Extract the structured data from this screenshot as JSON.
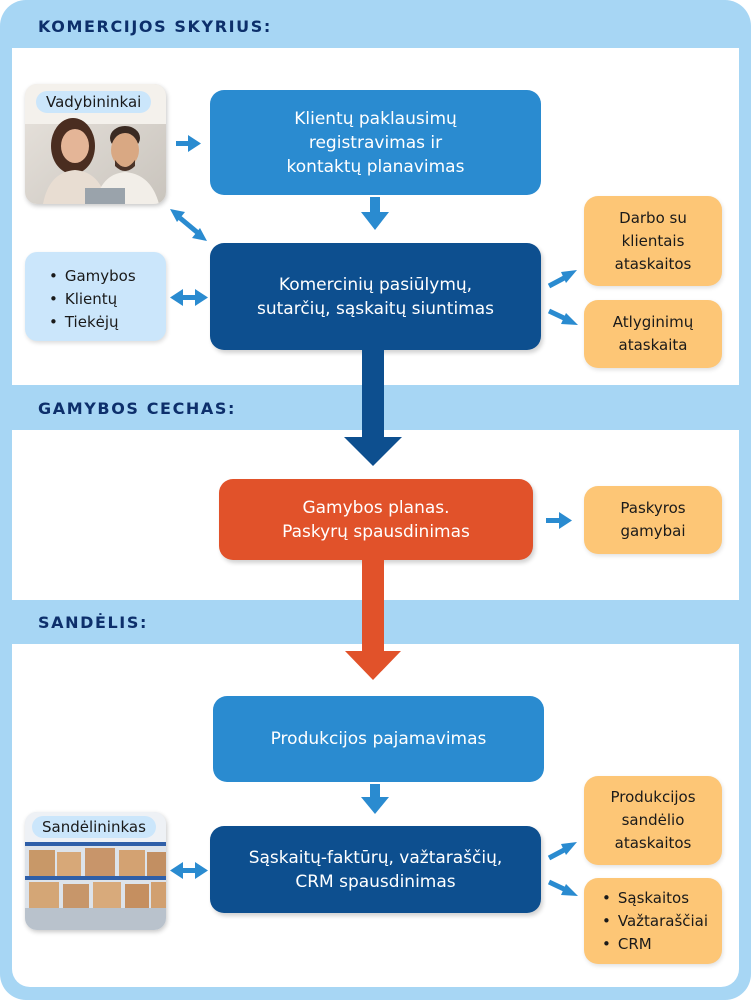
{
  "colors": {
    "frame": "#a7d6f4",
    "section_title": "#0d2f6b",
    "light_blue_box": "#2a8bd0",
    "dark_blue_box": "#0d4f8f",
    "red_box": "#e1522a",
    "orange_box": "#fdc676",
    "pale_blue_box": "#cbe6fb",
    "arrow": "#2a8bd0"
  },
  "sections": {
    "commercial": {
      "title": "KOMERCIJOS SKYRIUS:",
      "managers_label": "Vadybininkai",
      "box1_lines": [
        "Klientų paklausimų",
        "registravimas ir",
        "kontaktų planavimas"
      ],
      "box2_lines": [
        "Komercinių pasiūlymų,",
        "sutarčių, sąskaitų siuntimas"
      ],
      "registers": [
        "Gamybos",
        "Klientų",
        "Tiekėjų"
      ],
      "report1_lines": [
        "Darbo su",
        "klientais",
        "ataskaitos"
      ],
      "report2_lines": [
        "Atlyginimų",
        "ataskaita"
      ]
    },
    "production": {
      "title": "GAMYBOS CECHAS:",
      "box_lines": [
        "Gamybos planas.",
        "Paskyrų spausdinimas"
      ],
      "report_lines": [
        "Paskyros",
        "gamybai"
      ]
    },
    "warehouse": {
      "title": "SANDĖLIS:",
      "box1_lines": [
        "Produkcijos pajamavimas"
      ],
      "box2_lines": [
        "Sąskaitų-faktūrų, važtaraščių,",
        "CRM spausdinimas"
      ],
      "keeper_label": "Sandėlininkas",
      "report1_lines": [
        "Produkcijos",
        "sandėlio",
        "ataskaitos"
      ],
      "docs": [
        "Sąskaitos",
        "Važtaraščiai",
        "CRM"
      ]
    }
  },
  "icons": [
    "managers-photo",
    "warehouse-photo",
    "arrow-right-icon",
    "arrow-down-icon",
    "double-arrow-icon"
  ]
}
